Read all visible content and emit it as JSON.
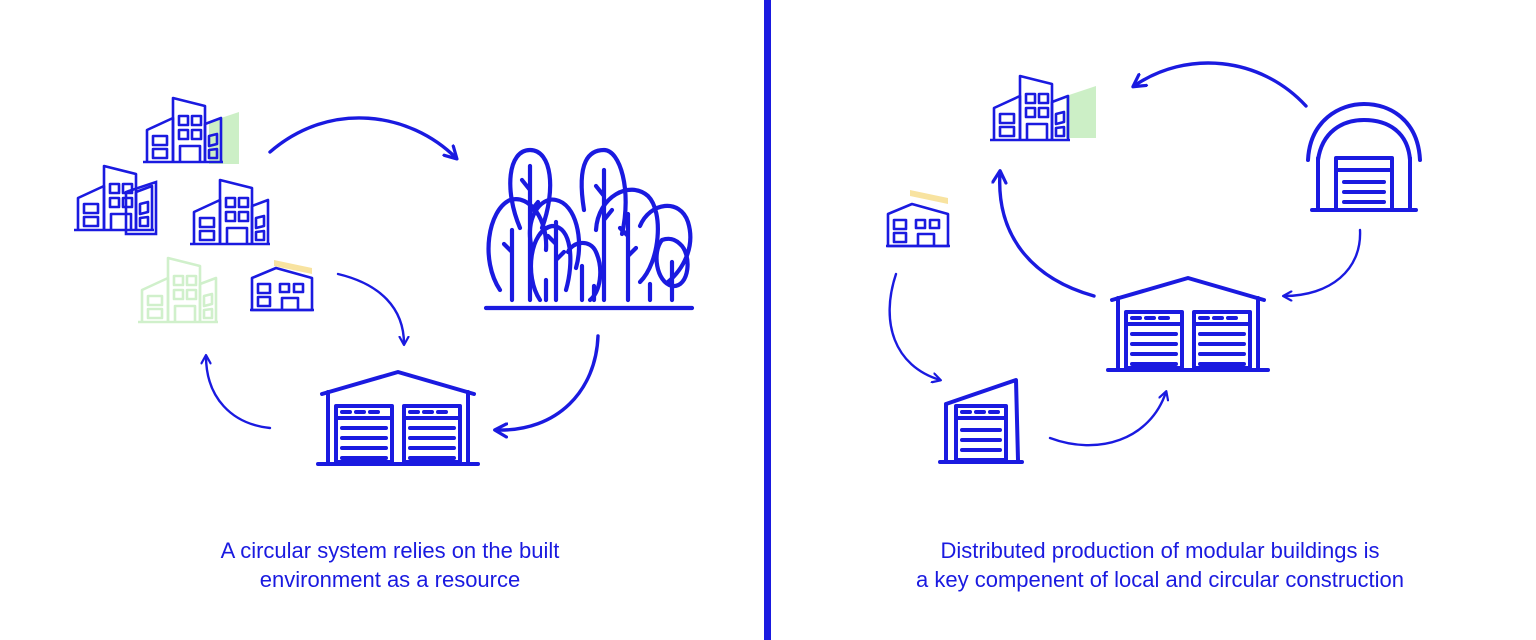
{
  "colors": {
    "ink": "#1a1ae0",
    "green": "#ccefc6",
    "yellow": "#f8e3a0",
    "divider": "#1a1ae0"
  },
  "left_panel": {
    "caption_line1": "A circular system relies on the built",
    "caption_line2": "environment as a resource",
    "icons": [
      "building-icon",
      "forest-icon",
      "warehouse-icon",
      "cycle-arrow-icon"
    ]
  },
  "right_panel": {
    "caption_line1": "Distributed production of modular buildings is",
    "caption_line2": "a key compenent of local and circular construction",
    "icons": [
      "building-icon",
      "hangar-icon",
      "warehouse-icon",
      "small-factory-icon",
      "cycle-arrow-icon"
    ]
  }
}
